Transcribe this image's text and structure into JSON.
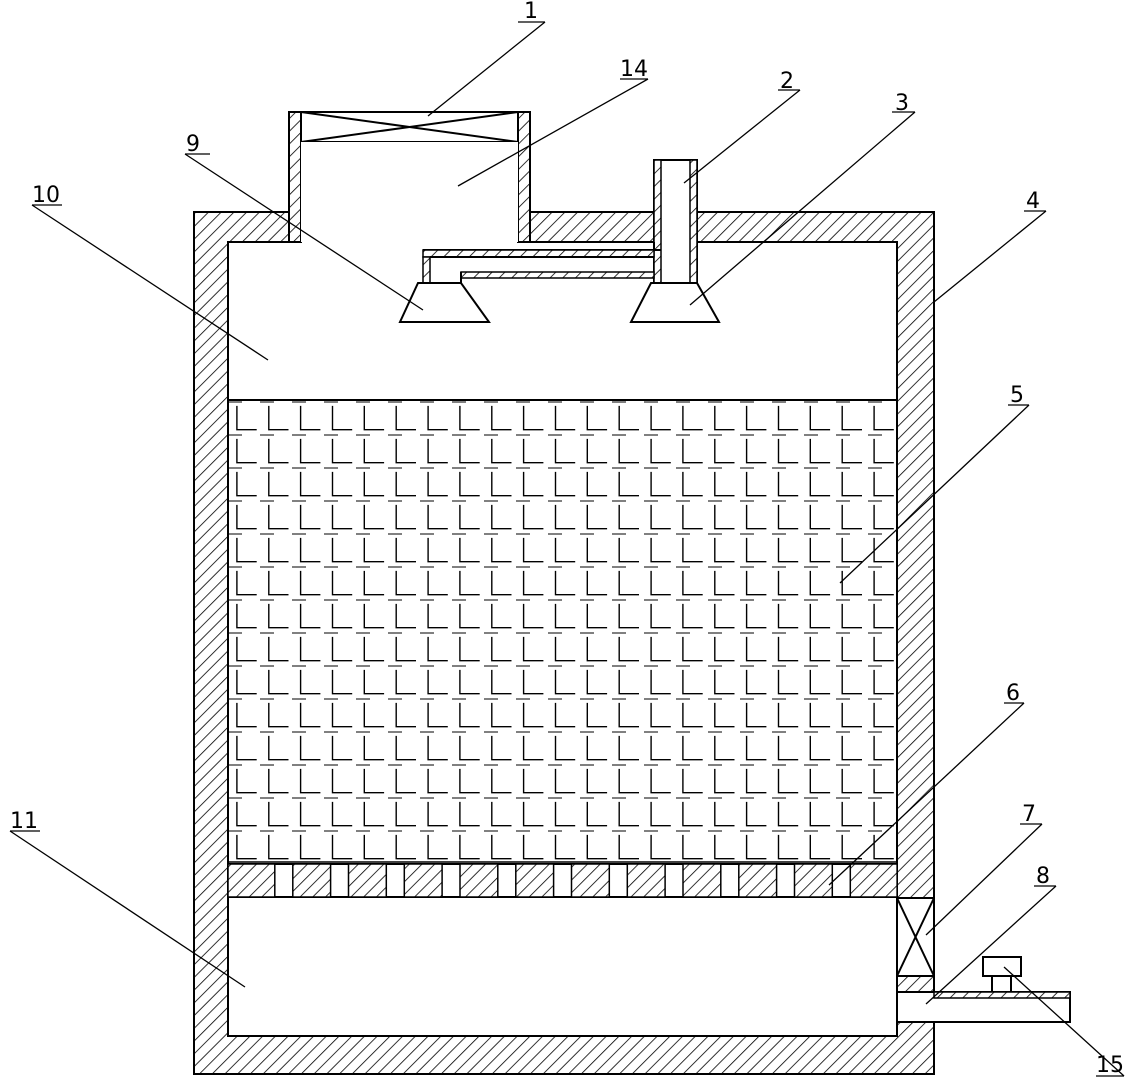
{
  "diagram": {
    "colors": {
      "ink": "#000000",
      "paper": "#ffffff"
    },
    "labels": [
      {
        "id": "1",
        "text": "1"
      },
      {
        "id": "14",
        "text": "14"
      },
      {
        "id": "2",
        "text": "2"
      },
      {
        "id": "3",
        "text": "3"
      },
      {
        "id": "9",
        "text": "9"
      },
      {
        "id": "10",
        "text": "10"
      },
      {
        "id": "4",
        "text": "4"
      },
      {
        "id": "5",
        "text": "5"
      },
      {
        "id": "6",
        "text": "6"
      },
      {
        "id": "11",
        "text": "11"
      },
      {
        "id": "7",
        "text": "7"
      },
      {
        "id": "8",
        "text": "8"
      },
      {
        "id": "15",
        "text": "15"
      }
    ]
  }
}
